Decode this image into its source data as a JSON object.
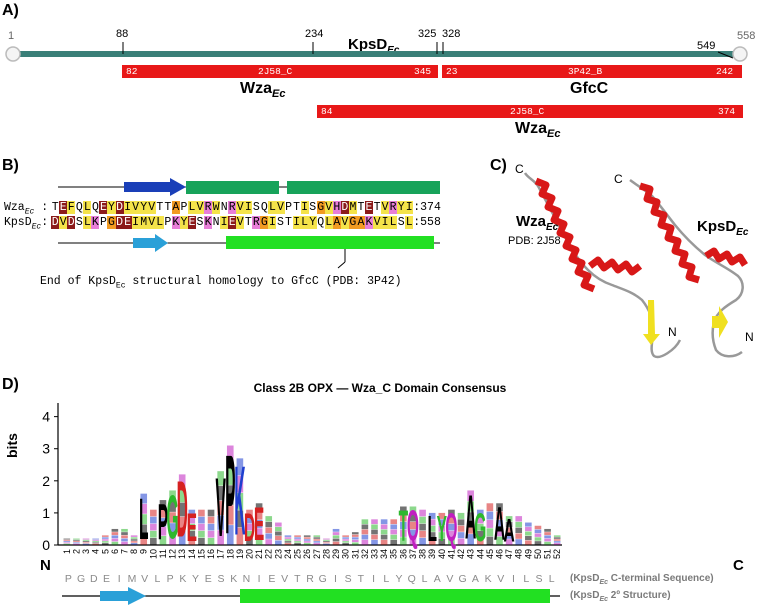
{
  "panel_a": {
    "label": "A)",
    "protein_label": "KpsD",
    "protein_sub": "Ec",
    "start": "1",
    "end": "558",
    "markers": [
      "88",
      "234",
      "325",
      "328",
      "549"
    ],
    "bars": [
      {
        "start": "82",
        "id": "2J58_C",
        "end": "345",
        "name": "Wza",
        "sub": "Ec"
      },
      {
        "start": "23",
        "id": "3P42_B",
        "end": "242",
        "name": "GfcC",
        "sub": ""
      },
      {
        "start": "84",
        "id": "2J58_C",
        "end": "374",
        "name": "Wza",
        "sub": "Ec"
      }
    ]
  },
  "panel_b": {
    "label": "B)",
    "row1_name": "Wza",
    "row1_sub": "Ec",
    "row1_seq": "TEFQLQEYDIVYVTTAPLVRWNRVISQLVPTISGVHDMTETVRYI",
    "row1_end": ":374",
    "row2_name": "KpsD",
    "row2_sub": "Ec",
    "row2_seq": "DVDSLKPGDEIMVLPKYESKNIEVTRGISTILYQLAVGAKVILSL",
    "row2_end": ":558",
    "note_pre": "End of KpsD",
    "note_sub": "Ec",
    "note_post": " structural homology to GfcC (PDB: 3P42)"
  },
  "panel_c": {
    "label": "C)",
    "wza_name": "Wza",
    "wza_sub": "Ec",
    "wza_pdb": "PDB: 2J58",
    "kpsd_name": "KpsD",
    "kpsd_sub": "Ec",
    "c_term": "C",
    "n_term": "N"
  },
  "panel_d": {
    "label": "D)",
    "title": "Class 2B OPX — Wza_C Domain Consensus",
    "ylabel": "bits",
    "n_label": "N",
    "c_label": "C",
    "seq_label_pre": "(KpsD",
    "seq_label_sub": "Ec",
    "seq_label_post": " C-terminal Sequence)",
    "struct_label_pre": "(KpsD",
    "struct_label_sub": "Ec",
    "struct_label_post": " 2º Structure)",
    "sequence": [
      "P",
      "G",
      "D",
      "E",
      "I",
      "M",
      "V",
      "L",
      "P",
      "K",
      "Y",
      "E",
      "S",
      "K",
      "N",
      "I",
      "E",
      "V",
      "T",
      "R",
      "G",
      "I",
      "S",
      "T",
      "I",
      "L",
      "Y",
      "Q",
      "L",
      "A",
      "V",
      "G",
      "A",
      "K",
      "V",
      "I",
      "L",
      "S",
      "L"
    ]
  },
  "chart_data": {
    "type": "bar",
    "title": "Class 2B OPX — Wza_C Domain Consensus",
    "xlabel": "",
    "ylabel": "bits",
    "ylim": [
      0,
      4.3
    ],
    "yticks": [
      0,
      1,
      2,
      3,
      4
    ],
    "categories": [
      "1",
      "2",
      "3",
      "4",
      "5",
      "6",
      "7",
      "8",
      "9",
      "10",
      "11",
      "12",
      "13",
      "14",
      "15",
      "16",
      "17",
      "18",
      "19",
      "20",
      "21",
      "22",
      "23",
      "24",
      "25",
      "26",
      "27",
      "28",
      "29",
      "30",
      "31",
      "32",
      "33",
      "34",
      "35",
      "36",
      "37",
      "38",
      "39",
      "40",
      "41",
      "42",
      "43",
      "44",
      "45",
      "46",
      "47",
      "48",
      "49",
      "50",
      "51",
      "52"
    ],
    "series": [
      {
        "values": [
          0.2,
          0.2,
          0.2,
          0.2,
          0.3,
          0.5,
          0.5,
          0.3,
          1.6,
          1.1,
          1.4,
          1.7,
          2.2,
          1.1,
          1.1,
          1.1,
          2.3,
          3.1,
          2.7,
          1.1,
          1.3,
          0.9,
          0.7,
          0.3,
          0.3,
          0.3,
          0.3,
          0.2,
          0.5,
          0.3,
          0.4,
          0.8,
          0.8,
          0.8,
          0.8,
          1.2,
          1.2,
          1.1,
          1.0,
          1.0,
          1.1,
          1.0,
          1.7,
          1.1,
          1.3,
          1.3,
          0.9,
          0.9,
          0.7,
          0.6,
          0.5,
          0.3
        ]
      }
    ],
    "logo_letters": [
      {
        "pos": 9,
        "letter": "L",
        "color": "#000000"
      },
      {
        "pos": 11,
        "letter": "P",
        "color": "#000000"
      },
      {
        "pos": 12,
        "letter": "G",
        "color": "#2eb82e"
      },
      {
        "pos": 13,
        "letter": "D",
        "color": "#d62020"
      },
      {
        "pos": 14,
        "letter": "E",
        "color": "#d62020"
      },
      {
        "pos": 17,
        "letter": "V",
        "color": "#000000"
      },
      {
        "pos": 18,
        "letter": "P",
        "color": "#000000"
      },
      {
        "pos": 19,
        "letter": "K",
        "color": "#1f3fcf"
      },
      {
        "pos": 20,
        "letter": "D",
        "color": "#d62020"
      },
      {
        "pos": 21,
        "letter": "E",
        "color": "#d62020"
      },
      {
        "pos": 36,
        "letter": "T",
        "color": "#2eb82e"
      },
      {
        "pos": 37,
        "letter": "Q",
        "color": "#c020c0"
      },
      {
        "pos": 39,
        "letter": "L",
        "color": "#000000"
      },
      {
        "pos": 40,
        "letter": "Y",
        "color": "#2eb82e"
      },
      {
        "pos": 41,
        "letter": "Q",
        "color": "#c020c0"
      },
      {
        "pos": 43,
        "letter": "A",
        "color": "#000000"
      },
      {
        "pos": 44,
        "letter": "G",
        "color": "#2eb82e"
      },
      {
        "pos": 46,
        "letter": "A",
        "color": "#000000"
      },
      {
        "pos": 47,
        "letter": "A",
        "color": "#000000"
      }
    ]
  }
}
